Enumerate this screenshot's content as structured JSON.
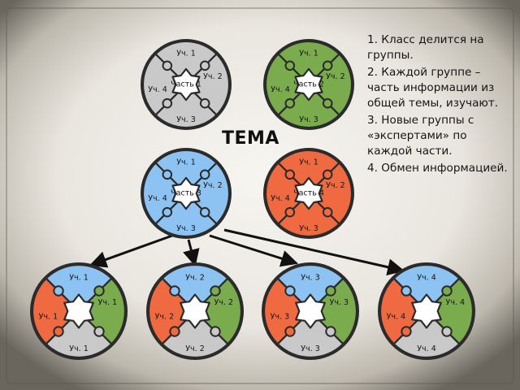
{
  "title": "ТЕМА",
  "steps": [
    "1. Класс делится на группы.",
    "2. Каждой группе – часть информации из общей темы, изучают.",
    "3. Новые группы с «экспертами» по каждой части.",
    "4. Обмен информацией."
  ],
  "colors": {
    "gray": "#c9c9c9",
    "green": "#7aab4c",
    "blue": "#8cc3f2",
    "orange": "#ef6a41"
  },
  "top_circles": [
    {
      "fill": "gray",
      "center": "Часть 1",
      "labels": [
        "Уч. 1",
        "Уч. 2",
        "Уч. 3",
        "Уч. 4"
      ]
    },
    {
      "fill": "green",
      "center": "Часть 2",
      "labels": [
        "Уч. 1",
        "Уч. 2",
        "Уч. 3",
        "Уч. 4"
      ]
    },
    {
      "fill": "blue",
      "center": "Часть 3",
      "labels": [
        "Уч. 1",
        "Уч. 2",
        "Уч. 3",
        "Уч. 4"
      ]
    },
    {
      "fill": "orange",
      "center": "Часть 4",
      "labels": [
        "Уч. 1",
        "Уч. 2",
        "Уч. 3",
        "Уч. 4"
      ]
    }
  ],
  "expert_circles": [
    {
      "labels": [
        "Уч. 1",
        "Уч. 1",
        "Уч. 1",
        "Уч. 1"
      ]
    },
    {
      "labels": [
        "Уч. 2",
        "Уч. 2",
        "Уч. 2",
        "Уч. 2"
      ]
    },
    {
      "labels": [
        "Уч. 3",
        "Уч. 3",
        "Уч. 3",
        "Уч. 3"
      ]
    },
    {
      "labels": [
        "Уч. 4",
        "Уч. 4",
        "Уч. 4",
        "Уч. 4"
      ]
    }
  ]
}
